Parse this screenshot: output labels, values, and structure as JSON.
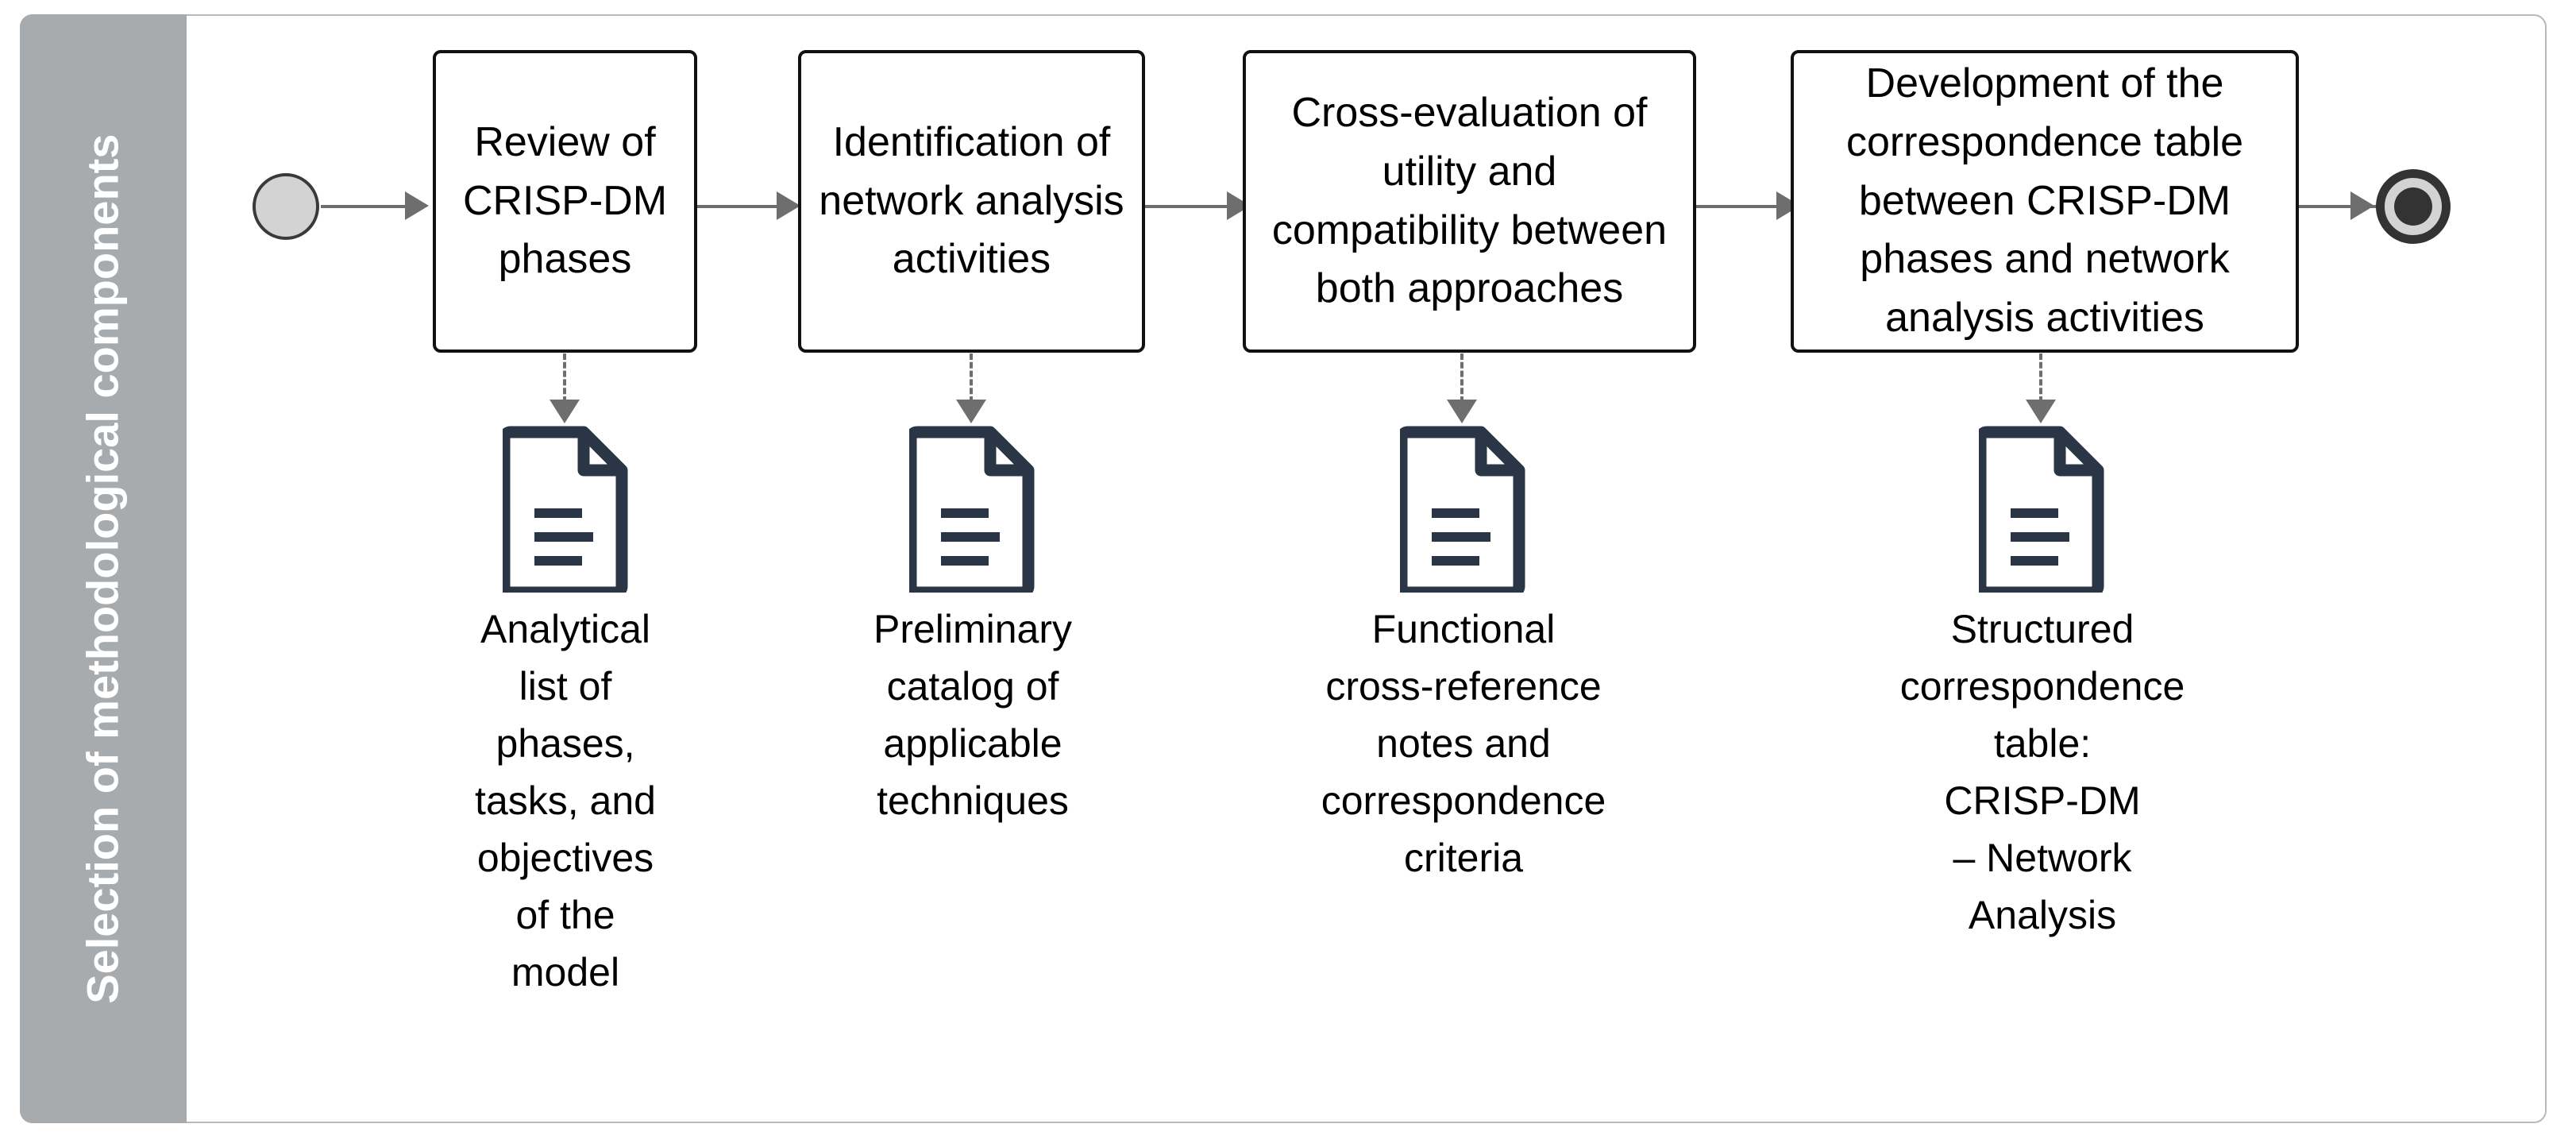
{
  "lane": {
    "title": "Selection of methodological components",
    "background_color": "#a8abae",
    "text_color": "#ffffff"
  },
  "frame": {
    "border_color": "#b9b9b9"
  },
  "events": {
    "start_label": "start-event",
    "end_label": "end-event",
    "start_fill": "#d3d3d3",
    "start_stroke": "#3a3a3a",
    "end_stroke": "#333333"
  },
  "connectors": {
    "flow_color": "#6e6e6e",
    "association_color": "#6e6e6e"
  },
  "process_steps": [
    {
      "id": "step-1",
      "text": "Review of\nCRISP-DM\nphases"
    },
    {
      "id": "step-2",
      "text": "Identification of\nnetwork analysis\nactivities"
    },
    {
      "id": "step-3",
      "text": "Cross-evaluation of\nutility and\ncompatibility between\nboth approaches"
    },
    {
      "id": "step-4",
      "text": "Development of the\ncorrespondence table\nbetween CRISP-DM\nphases and network\nanalysis activities"
    }
  ],
  "data_objects": [
    {
      "id": "doc-1",
      "icon": "document-icon",
      "label": "Analytical\nlist of\nphases,\ntasks, and\nobjectives\nof the\nmodel"
    },
    {
      "id": "doc-2",
      "icon": "document-icon",
      "label": "Preliminary\ncatalog of\napplicable\ntechniques"
    },
    {
      "id": "doc-3",
      "icon": "document-icon",
      "label": "Functional\ncross-reference\nnotes and\ncorrespondence\ncriteria"
    },
    {
      "id": "doc-4",
      "icon": "document-icon",
      "label": "Structured\ncorrespondence\ntable:\nCRISP-DM\n– Network\nAnalysis"
    }
  ],
  "icon_color": "#2a3546"
}
